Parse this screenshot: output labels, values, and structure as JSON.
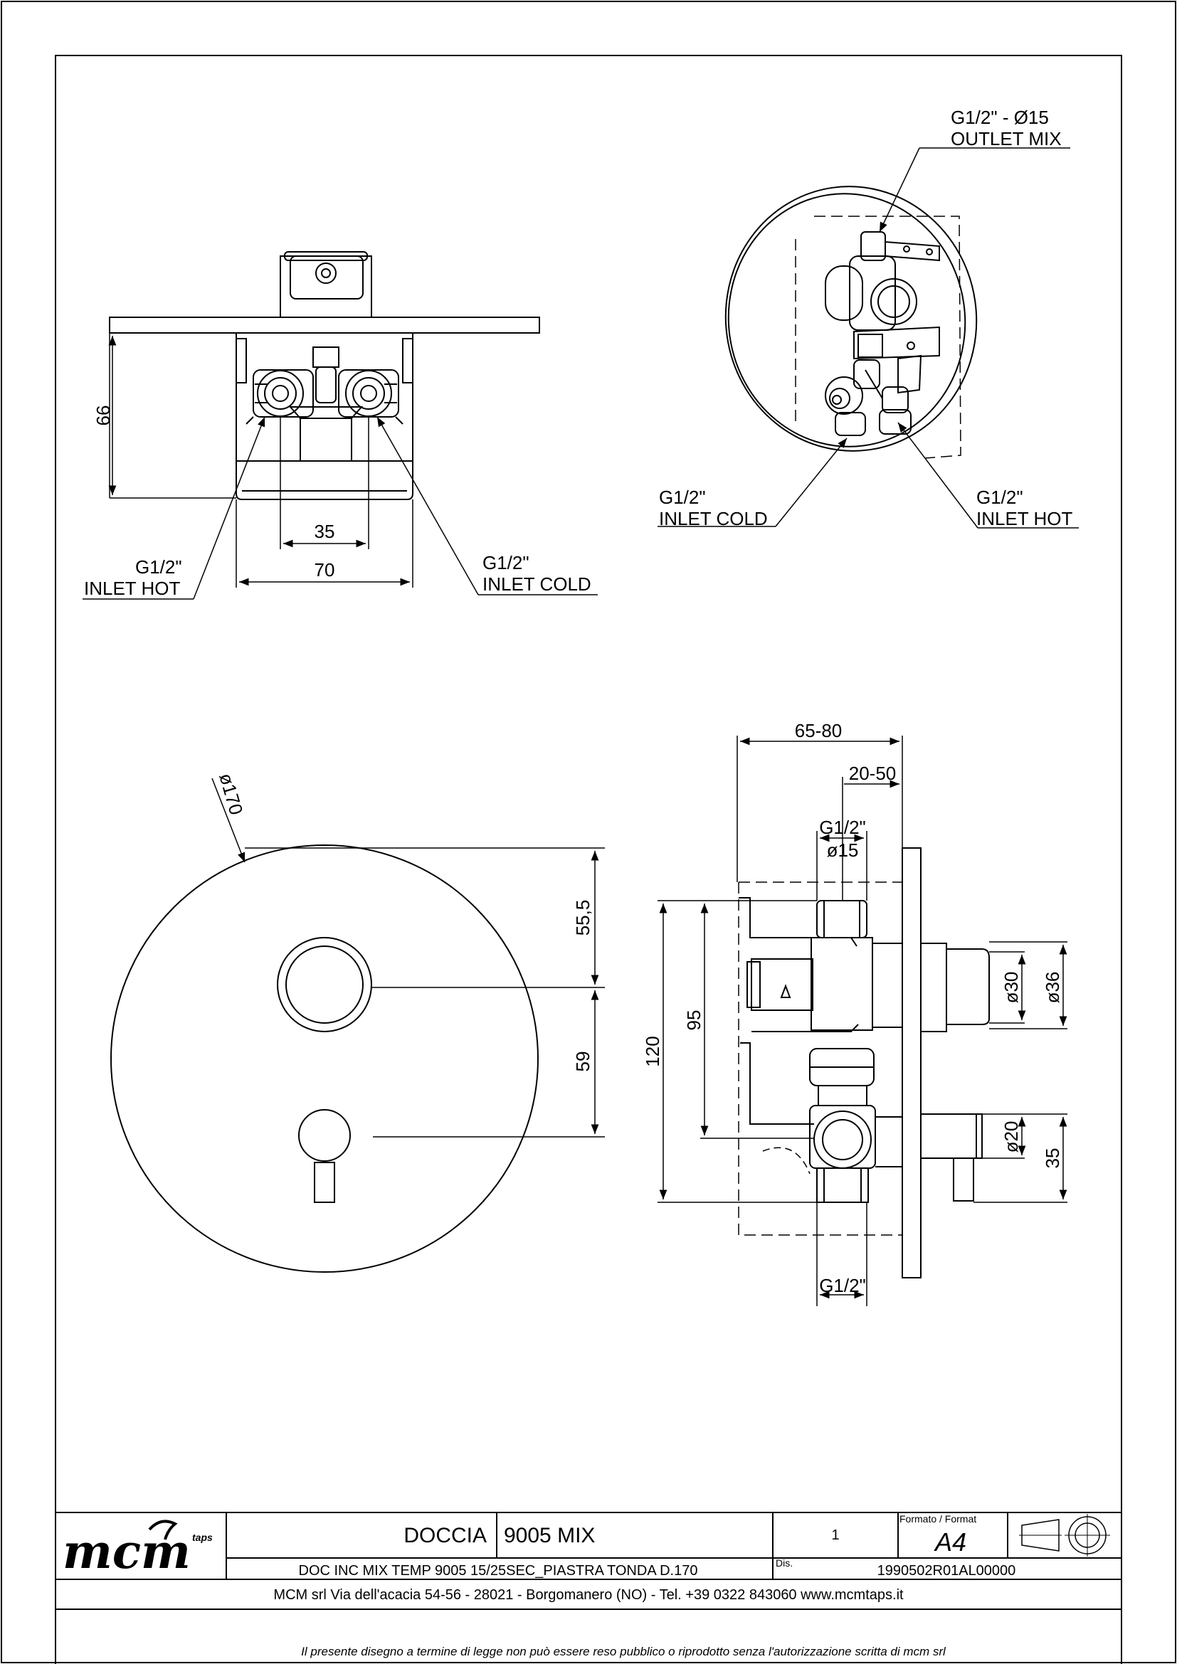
{
  "views": {
    "front": {
      "dim_height": "66",
      "dim_center": "35",
      "dim_width": "70",
      "inlet_hot": [
        "G1/2\"",
        "INLET HOT"
      ],
      "inlet_cold": [
        "G1/2\"",
        "INLET COLD"
      ]
    },
    "iso": {
      "outlet": [
        "G1/2\" - Ø15",
        "OUTLET MIX"
      ],
      "inlet_cold": [
        "G1/2\"",
        "INLET COLD"
      ],
      "inlet_hot": [
        "G1/2\"",
        "INLET HOT"
      ]
    },
    "plate": {
      "diameter": "ø170",
      "dim_top": "55,5",
      "dim_mid": "59"
    },
    "side": {
      "depth_total": "65-80",
      "depth_min": "20-50",
      "top_thread": "G1/2\"",
      "top_diam": "ø15",
      "height_120": "120",
      "height_95": "95",
      "knob_30": "ø30",
      "knob_36": "ø36",
      "lever_20": "ø20",
      "lever_35": "35",
      "bottom_thread": "G1/2\""
    }
  },
  "title_block": {
    "logo": "mcm",
    "logo_sub": "taps",
    "product": "DOCCIA",
    "model": "9005 MIX",
    "sheet": "1",
    "format_label": "Formato / Format",
    "format_value": "A4",
    "dis_label": "Dis.",
    "description": "DOC INC MIX TEMP 9005 15/25SEC_PIASTRA TONDA D.170",
    "code": "1990502R01AL00000",
    "address": "MCM srl Via dell'acacia 54-56 - 28021 - Borgomanero (NO) - Tel. +39 0322 843060 www.mcmtaps.it",
    "disclaimer": "Il presente disegno a termine di legge non può essere reso pubblico o riprodotto senza l'autorizzazione scritta di mcm srl"
  }
}
